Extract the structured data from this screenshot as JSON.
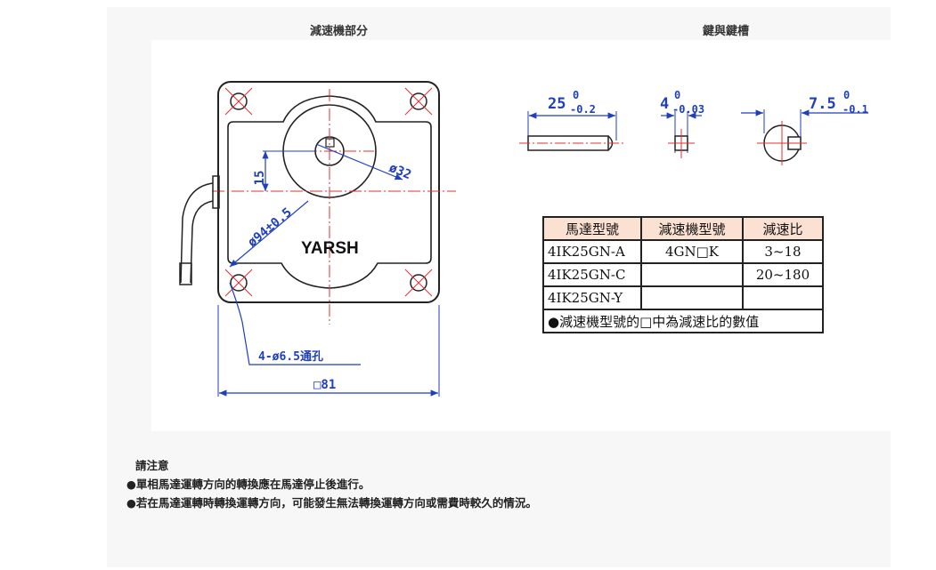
{
  "headings": {
    "left": "減速機部分",
    "right": "鍵與鍵槽"
  },
  "drawing": {
    "brand": "YARSH",
    "dim_15": "15",
    "dim_phi32": "ø32",
    "dim_phi94": "ø94±0.5",
    "dim_holes": "4-ø6.5通孔",
    "dim_square": "□81"
  },
  "key_dims": {
    "k1": {
      "main": "25",
      "sup": "0",
      "sub": "-0.2"
    },
    "k2": {
      "main": "4",
      "sup": "0",
      "sub": "-0.03"
    },
    "k3": {
      "main": "7.5",
      "sup": "0",
      "sub": "-0.1"
    }
  },
  "table": {
    "headers": [
      "馬達型號",
      "減速機型號",
      "減速比"
    ],
    "rows": [
      [
        "4IK25GN-A",
        "4GN□K",
        "3~18"
      ],
      [
        "4IK25GN-C",
        "",
        "20~180"
      ],
      [
        "4IK25GN-Y",
        "",
        ""
      ]
    ],
    "footnote": "●減速機型號的□中為減速比的數值"
  },
  "notes": {
    "title": "請注意",
    "items": [
      "●單相馬達運轉方向的轉換應在馬達停止後進行。",
      "●若在馬達運轉時轉換運轉方向，可能發生無法轉換運轉方向或需費時較久的情況。"
    ]
  },
  "colors": {
    "outline": "#222222",
    "dimension": "#1f3fbf",
    "centerline": "#e03030",
    "table_header": "#fbe1d2"
  }
}
